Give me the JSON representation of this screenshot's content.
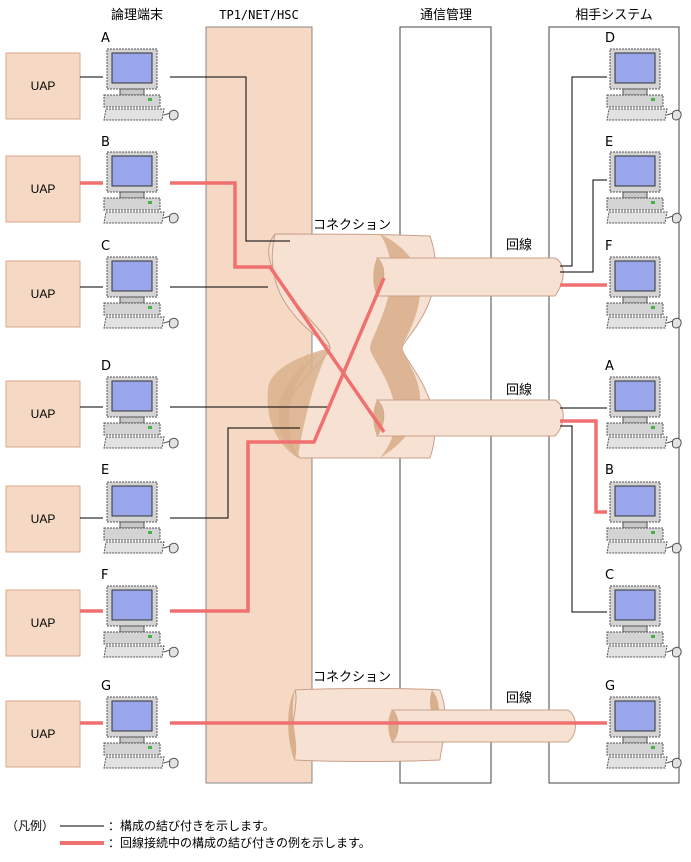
{
  "headers": {
    "terminal": "論理端末",
    "tp1": "TP1/NET/HSC",
    "comm": "通信管理",
    "remote": "相手システム"
  },
  "uap_label": "UAP",
  "left_terminals": [
    "A",
    "B",
    "C",
    "D",
    "E",
    "F",
    "G"
  ],
  "right_terminals": [
    "D",
    "E",
    "F",
    "A",
    "B",
    "C",
    "G"
  ],
  "connection_label": "コネクション",
  "line_label": "回線",
  "legend": {
    "prefix": "（凡例）",
    "thin": "：構成の結び付きを示します。",
    "thick": "：回線接続中の構成の結び付きの例を示します。"
  },
  "colors": {
    "box_fill": "#f5d9c4",
    "box_stroke": "#d9a98a",
    "highlight": "#f07070",
    "screen": "#9aa6ec",
    "cable_fill": "#f7e1d2",
    "cable_dark": "#d9b08d"
  }
}
